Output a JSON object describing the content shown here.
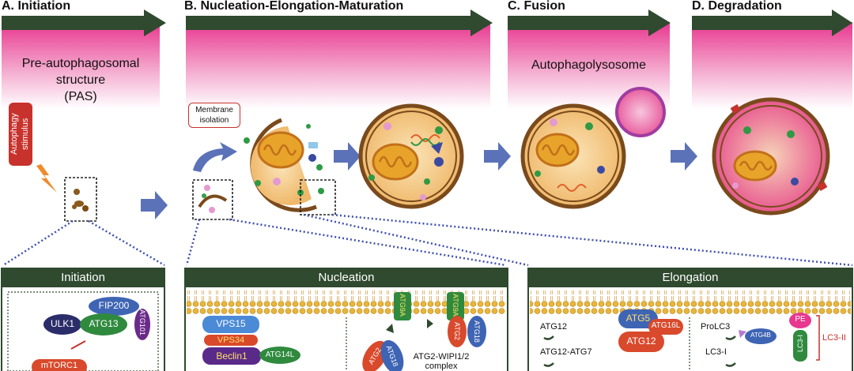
{
  "stages": {
    "a": {
      "title": "A. Initiation",
      "caption_lines": [
        "Pre-autophagosomal",
        "structure",
        "(PAS)"
      ]
    },
    "b": {
      "title": "B. Nucleation-Elongation-Maturation"
    },
    "c": {
      "title": "C. Fusion",
      "caption": "Autophagolysosome"
    },
    "d": {
      "title": "D. Degradation"
    }
  },
  "stimulus": {
    "line1": "Autophagy",
    "line2": "stimulus"
  },
  "membrane_isolation": {
    "line1": "Membrane",
    "line2": "isolation"
  },
  "panels": {
    "initiation": {
      "title": "Initiation"
    },
    "nucleation": {
      "title": "Nucleation"
    },
    "elongation": {
      "title": "Elongation"
    }
  },
  "initiation_complex": {
    "fip200": "FIP200",
    "ulk1": "ULK1",
    "atg13": "ATG13",
    "atg101": "ATG101",
    "mtorc1": "mTORC1"
  },
  "nucleation_complex": {
    "vps15": "VPS15",
    "vps34": "VPS34",
    "beclin1": "Beclin1",
    "atg14l": "ATG14L",
    "atg9a_1": "ATG9A",
    "atg9a_2": "ATG9A",
    "atg2_1": "ATG2",
    "atg18_1": "ATG18",
    "atg2_2": "ATG2",
    "atg18_2": "ATG18",
    "complex_line1": "ATG2-WIPI1/2",
    "complex_line2": "complex"
  },
  "elongation_complex": {
    "atg12": "ATG12",
    "atg12_atg7": "ATG12-ATG7",
    "atg5": "ATG5",
    "atg16l": "ATG16L",
    "atg12_conj": "ATG12",
    "prolc3": "ProLC3",
    "lc3_i": "LC3-I",
    "atg4b": "ATG4B",
    "pe": "PE",
    "lc3_i_mem": "LC3-I",
    "lc3_ii": "LC3-II"
  },
  "colors": {
    "arrow_dark": "#2f4a2f",
    "pink": "#e8378f",
    "blue_arrow": "#5b72b8",
    "panel_head": "#2f4a2f",
    "membrane": "#e6b83a",
    "cell_fill": "#f3c98a",
    "cell_border": "#7a4a1c"
  }
}
